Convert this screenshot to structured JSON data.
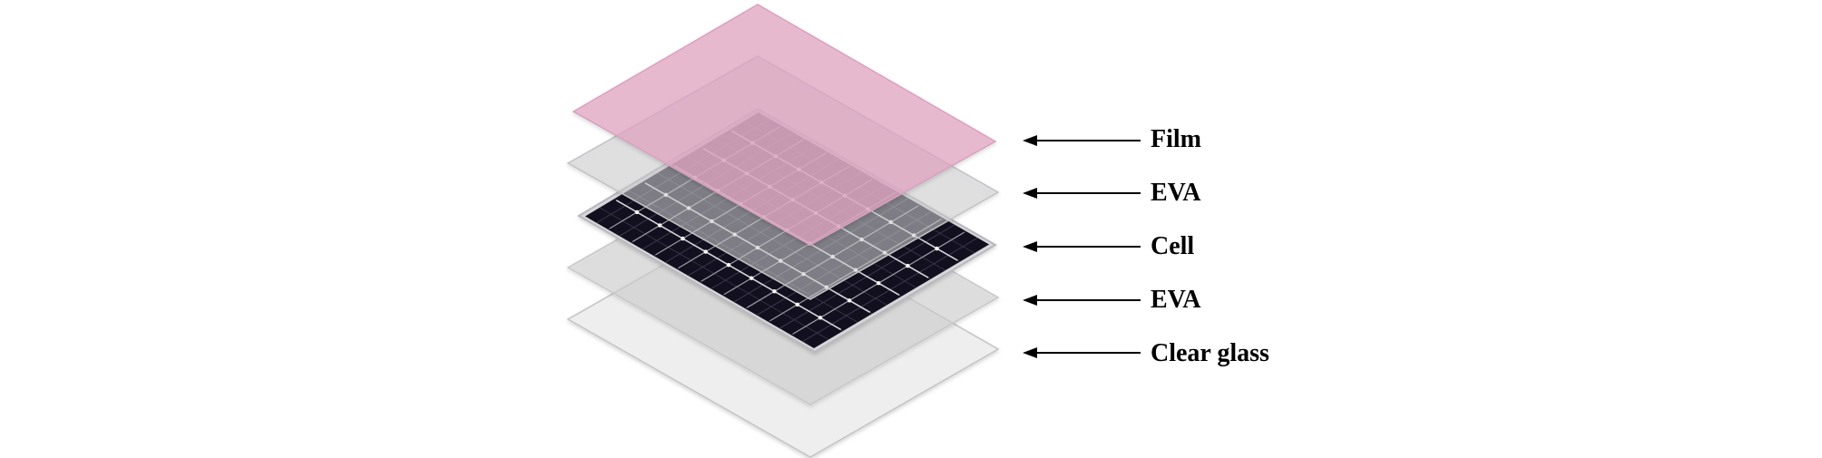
{
  "layers": [
    {
      "id": "film",
      "label": "Film",
      "fill": "#e2a6c3"
    },
    {
      "id": "eva-top",
      "label": "EVA",
      "fill": "#d0d0d2"
    },
    {
      "id": "cell",
      "label": "Cell",
      "fill": "#12101f",
      "grid_color": "#3a3a4e",
      "busbar_color": "#f2f2f5"
    },
    {
      "id": "eva-bottom",
      "label": "EVA",
      "fill": "#d0d0d2"
    },
    {
      "id": "clear-glass",
      "label": "Clear glass",
      "fill": "#eeeeee"
    }
  ],
  "cell_grid": {
    "columns": 10,
    "rows": 6
  },
  "arrow_color": "#000000"
}
